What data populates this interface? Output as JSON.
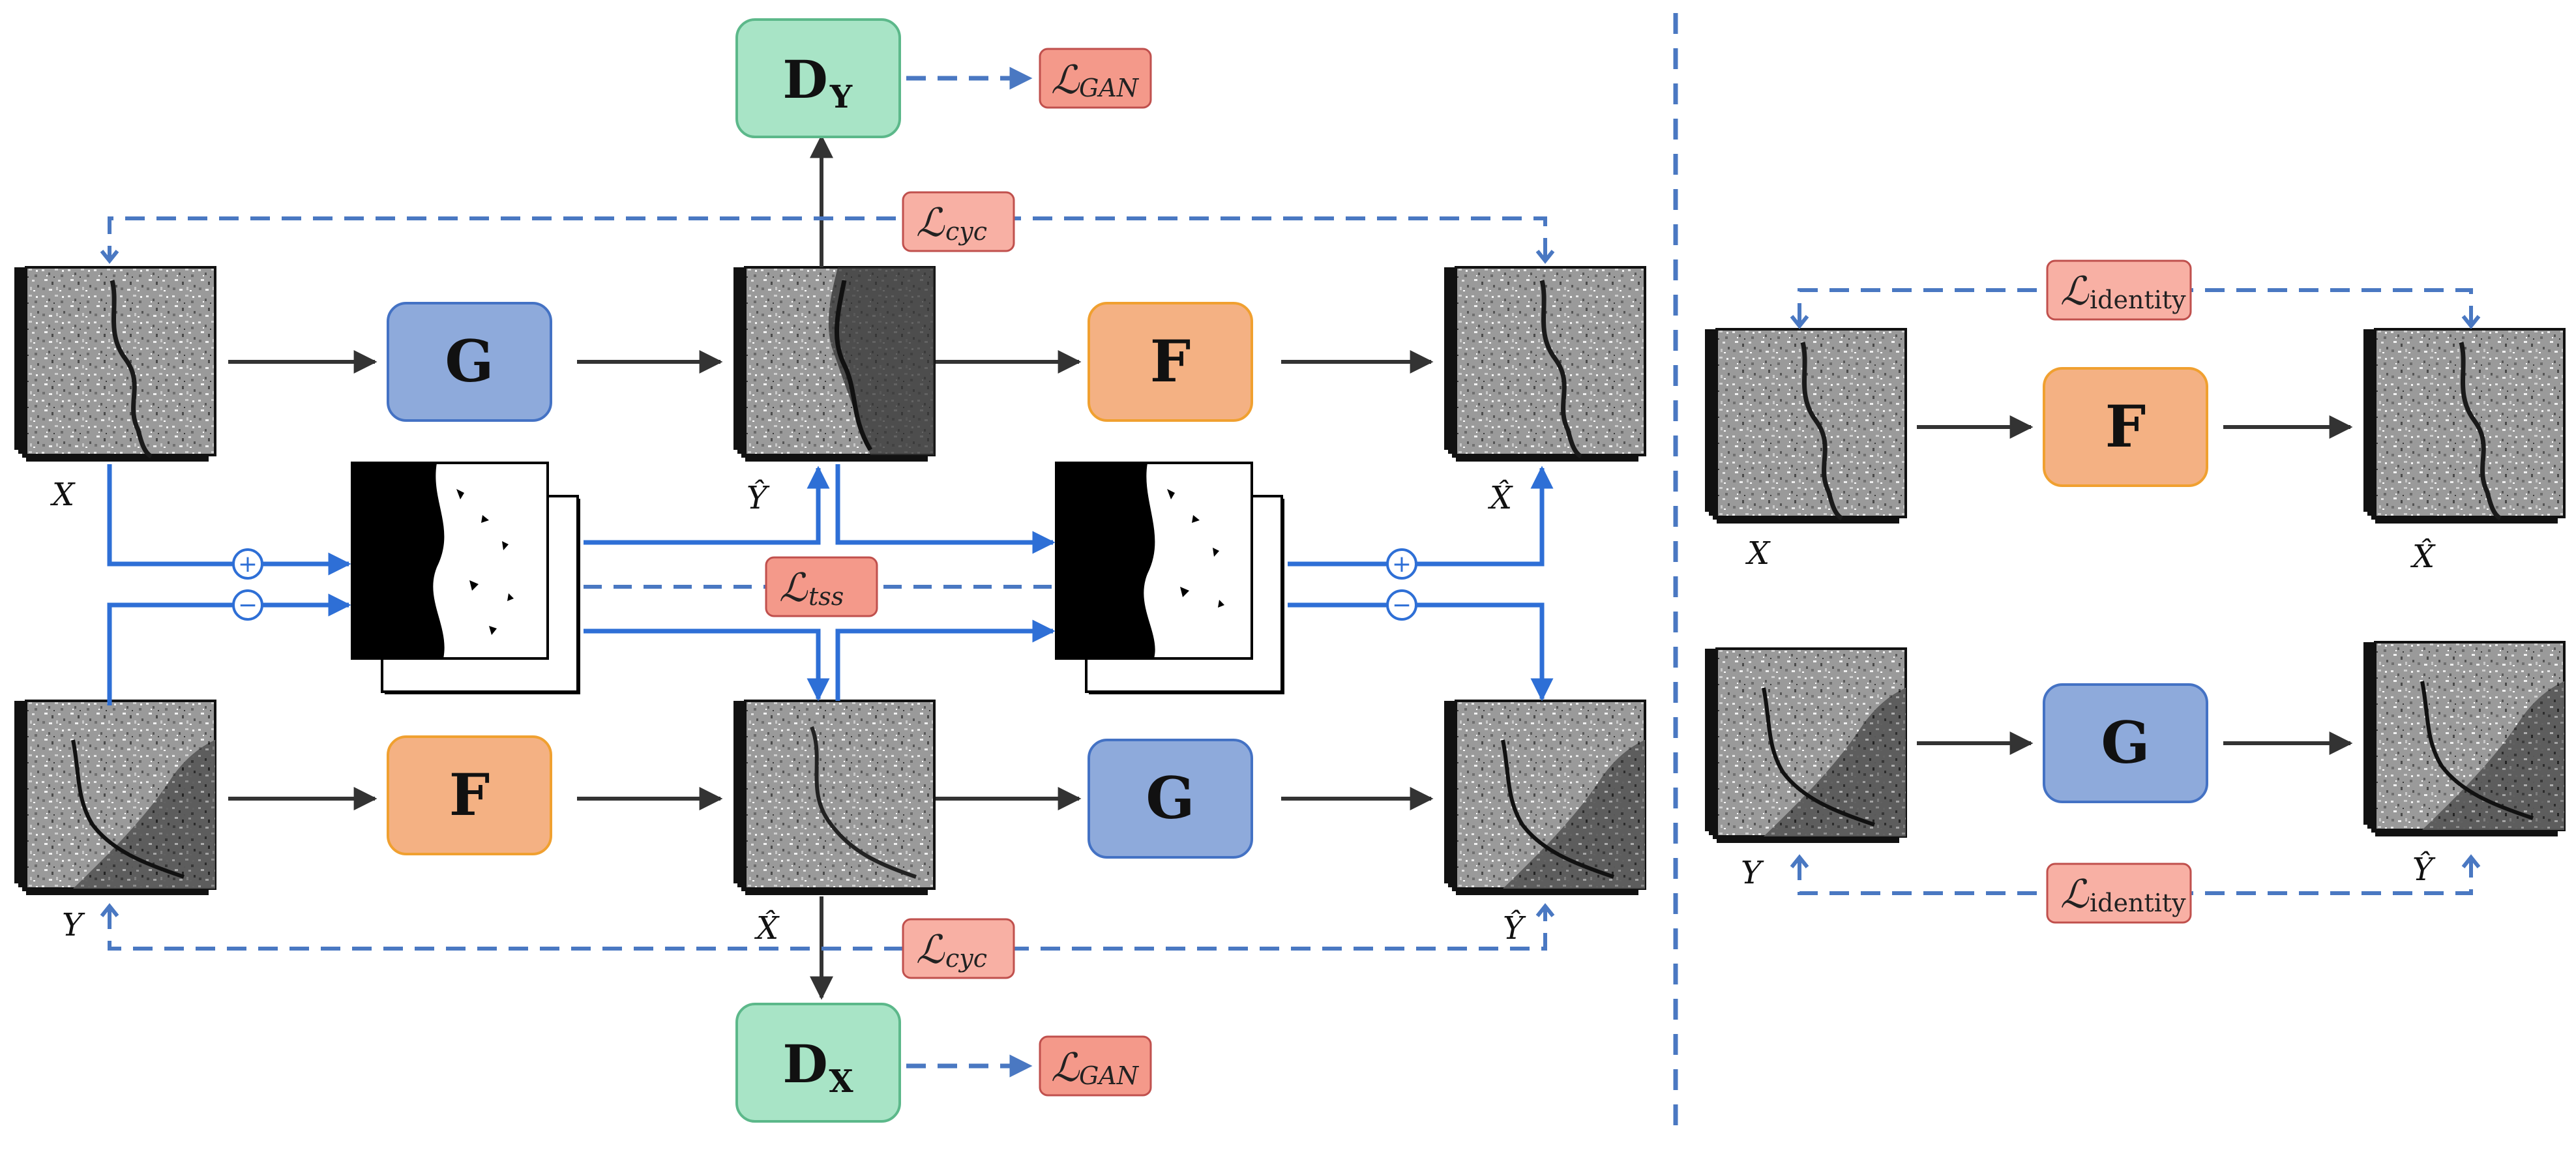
{
  "colors": {
    "generator_g": "#8eaadb",
    "generator_g_border": "#4472c4",
    "generator_f": "#f4b183",
    "generator_f_border": "#f0a030",
    "discriminator": "#a8e4c6",
    "discriminator_border": "#5cb88a",
    "loss_fill": "#f4998a",
    "loss_fill_light": "#f8b0a4",
    "loss_border": "#c0504d",
    "blue_line": "#2e6fd6",
    "dashed_line": "#4a78c2",
    "dark_line": "#333333"
  },
  "labels": {
    "generator_g": "G",
    "generator_f": "F",
    "disc_main": "D",
    "disc_y_sub": "Y",
    "disc_x_sub": "X",
    "script_l": "ℒ",
    "gan_sub": "GAN",
    "cyc_sub": "cyc",
    "tss_sub": "tss",
    "identity_sub": "identity",
    "var_x": "X",
    "var_y": "Y",
    "hat_x": "X̂",
    "hat_y": "Ŷ",
    "plus": "+",
    "minus": "−"
  }
}
